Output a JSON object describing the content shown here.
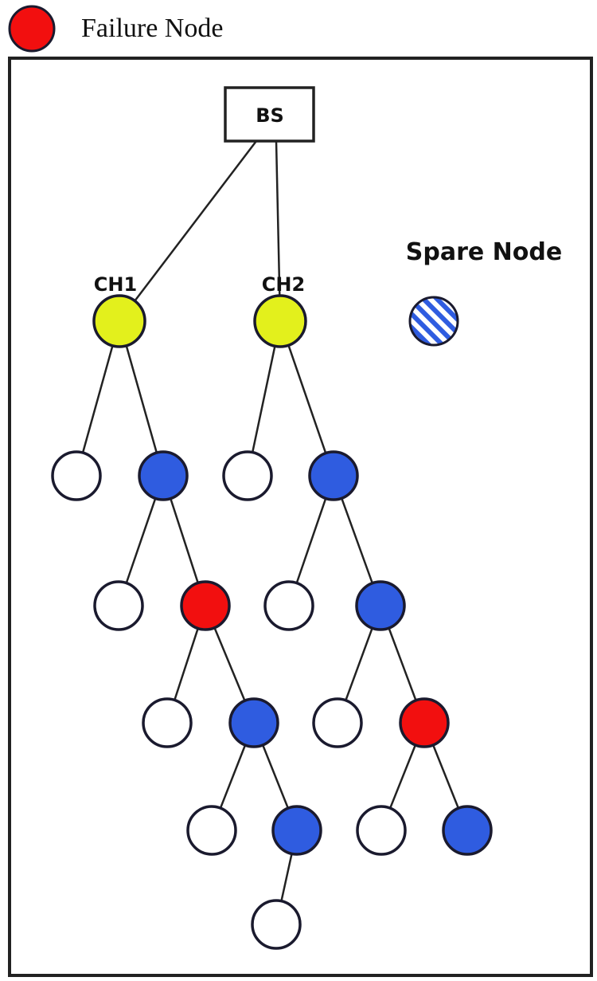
{
  "legend": {
    "failure_label": "Failure Node"
  },
  "base_station": {
    "label": "BS"
  },
  "cluster_heads": [
    {
      "id": "ch1",
      "label": "CH1"
    },
    {
      "id": "ch2",
      "label": "CH2"
    }
  ],
  "spare": {
    "label": "Spare Node"
  },
  "node_types": {
    "empty": "#ffffff",
    "active": "#2f5ce0",
    "failure": "#f20f0f",
    "cluster_head": "#e3f01c",
    "spare_stripe": "#2f5ce0"
  },
  "nodes": [
    {
      "id": "ch1",
      "type": "cluster_head",
      "parent": "bs"
    },
    {
      "id": "ch2",
      "type": "cluster_head",
      "parent": "bs"
    },
    {
      "id": "n1",
      "type": "empty",
      "parent": "ch1"
    },
    {
      "id": "n2",
      "type": "active",
      "parent": "ch1"
    },
    {
      "id": "n3",
      "type": "empty",
      "parent": "ch2"
    },
    {
      "id": "n4",
      "type": "active",
      "parent": "ch2"
    },
    {
      "id": "n5",
      "type": "empty",
      "parent": "n2"
    },
    {
      "id": "n6",
      "type": "failure",
      "parent": "n2"
    },
    {
      "id": "n7",
      "type": "empty",
      "parent": "n4"
    },
    {
      "id": "n8",
      "type": "active",
      "parent": "n4"
    },
    {
      "id": "n9",
      "type": "empty",
      "parent": "n6"
    },
    {
      "id": "n10",
      "type": "active",
      "parent": "n6"
    },
    {
      "id": "n11",
      "type": "empty",
      "parent": "n8"
    },
    {
      "id": "n12",
      "type": "failure",
      "parent": "n8"
    },
    {
      "id": "n13",
      "type": "empty",
      "parent": "n10"
    },
    {
      "id": "n14",
      "type": "active",
      "parent": "n10"
    },
    {
      "id": "n15",
      "type": "empty",
      "parent": "n12"
    },
    {
      "id": "n16",
      "type": "active",
      "parent": "n12"
    },
    {
      "id": "n17",
      "type": "empty",
      "parent": "n14"
    }
  ]
}
